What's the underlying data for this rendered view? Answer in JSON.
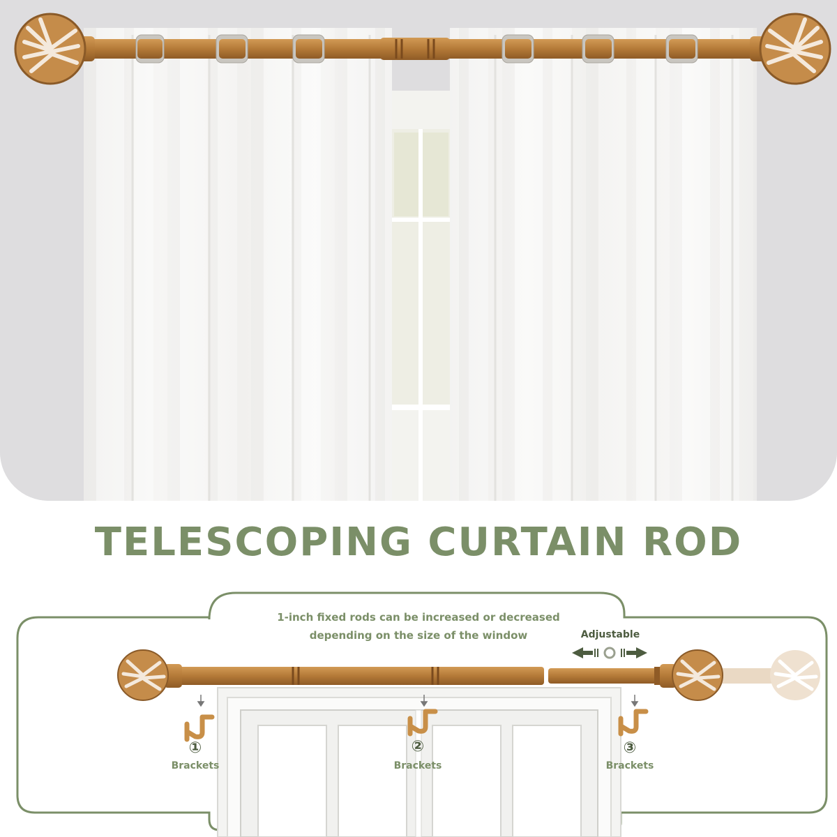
{
  "title": "TELESCOPING CURTAIN ROD",
  "note_line1": "1-inch fixed rods can be increased or decreased",
  "note_line2": "depending on the size of the window",
  "adjustable_label": "Adjustable",
  "brackets": [
    {
      "number": "①",
      "label": "Brackets"
    },
    {
      "number": "②",
      "label": "Brackets"
    },
    {
      "number": "③",
      "label": "Brackets"
    }
  ],
  "colors": {
    "green": "#7b8f68",
    "wood": "#b9823f",
    "curtain": "#f8f8f6",
    "wall": "#dedddf"
  }
}
